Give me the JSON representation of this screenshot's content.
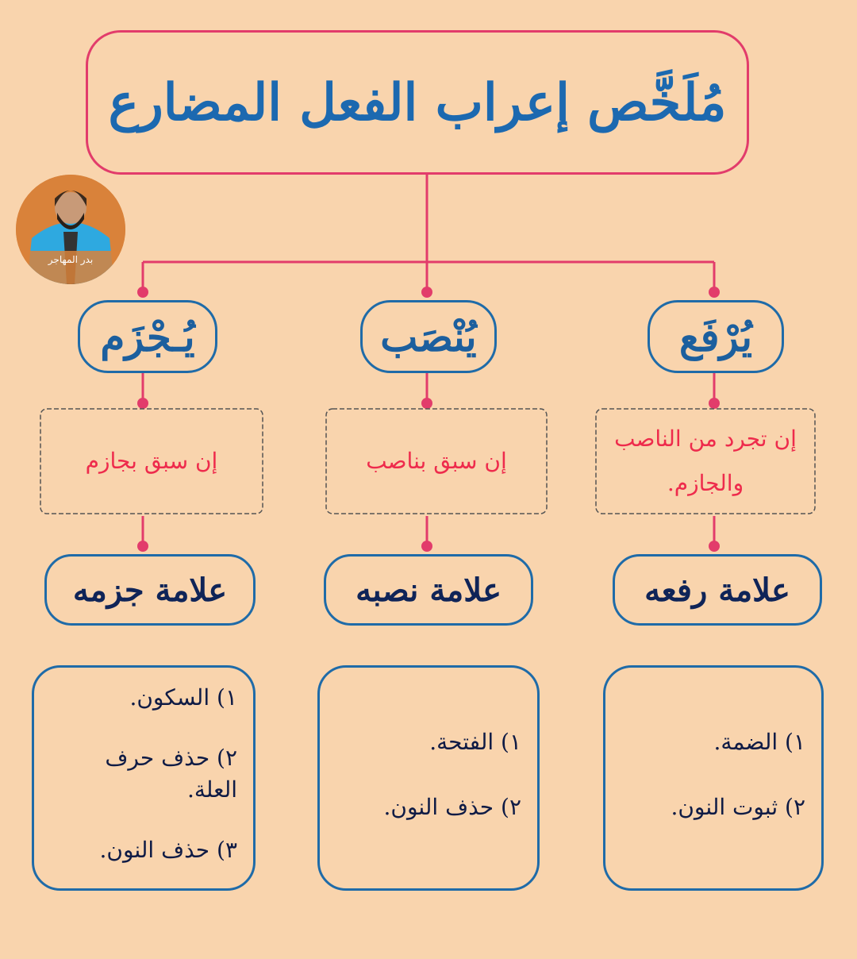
{
  "title": "مُلَخَّص إعراب الفعل المضارع",
  "author_caption": "بدر المهاجر",
  "colors": {
    "background": "#f9d4ad",
    "connector": "#e23c6b",
    "title_text": "#1c69b0",
    "branch_border": "#1f6ba8",
    "condition_text": "#ee2b4c",
    "sign_text": "#0f2458"
  },
  "branches": [
    {
      "case": "يُرْفَع",
      "condition": "إن تجرد من الناصب والجازم.",
      "sign_title": "علامة رفعه",
      "signs": [
        "١) الضمة.",
        "٢) ثبوت النون."
      ]
    },
    {
      "case": "يُنْصَب",
      "condition": "إن سبق بناصب",
      "sign_title": "علامة نصبه",
      "signs": [
        "١) الفتحة.",
        "٢) حذف النون."
      ]
    },
    {
      "case": "يُـجْزَم",
      "condition": "إن سبق بجازم",
      "sign_title": "علامة جزمه",
      "signs": [
        "١) السكون.",
        "٢) حذف حرف العلة.",
        "٣) حذف النون."
      ]
    }
  ]
}
